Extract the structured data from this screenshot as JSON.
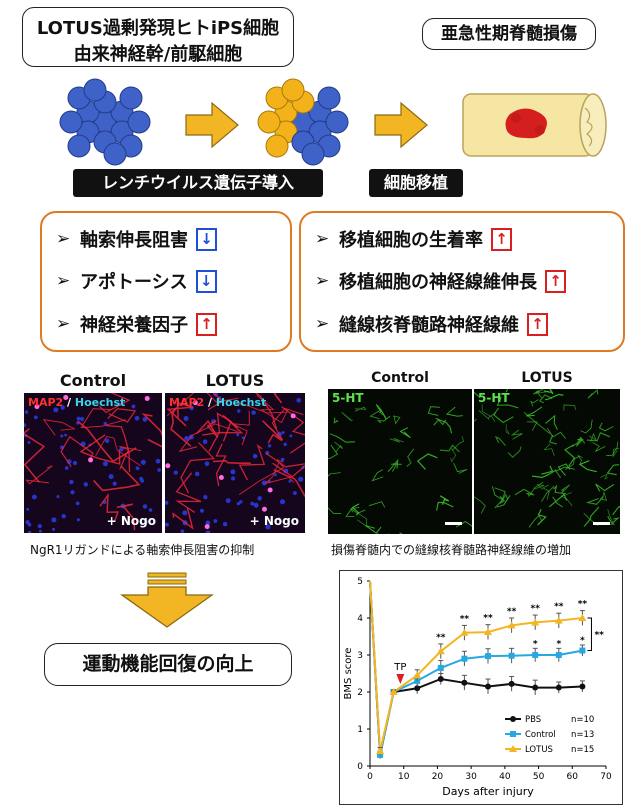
{
  "header": {
    "cells_title_line1": "LOTUS過剰発現ヒトiPS細胞",
    "cells_title_line2": "由来神経幹/前駆細胞",
    "injury_title": "亜急性期脊髄損傷"
  },
  "steps": {
    "lentivirus": "レンチウイルス遺伝子導入",
    "transplant": "細胞移植"
  },
  "effects_left": [
    {
      "text": "軸索伸長阻害",
      "direction": "down"
    },
    {
      "text": "アポトーシス",
      "direction": "down"
    },
    {
      "text": "神経栄養因子",
      "direction": "up"
    }
  ],
  "effects_right": [
    {
      "text": "移植細胞の生着率",
      "direction": "up"
    },
    {
      "text": "移植細胞の神経線維伸長",
      "direction": "up"
    },
    {
      "text": "縫線核脊髄路神経線維",
      "direction": "up"
    }
  ],
  "arrows": {
    "down": "↓",
    "up": "↑",
    "bullet": "➢"
  },
  "micro_left": {
    "titles": [
      "Control",
      "LOTUS"
    ],
    "stain_red": "MAP2",
    "stain_sep": " / ",
    "stain_cyan": "Hoechst",
    "nogo": "+ Nogo",
    "caption": "NgR1リガンドによる軸索伸長阻害の抑制"
  },
  "micro_right": {
    "titles": [
      "Control",
      "LOTUS"
    ],
    "stain": "5-HT",
    "caption": "損傷脊髄内での縫線核脊髄路神経線維の増加"
  },
  "result": {
    "text": "運動機能回復の向上"
  },
  "colors": {
    "cell_blue": "#3e62c8",
    "cell_yellow": "#f3b21a",
    "orange": "#e07a22",
    "pbs": "#111111",
    "control": "#27a8e0",
    "lotus": "#f2b624",
    "red": "#d91f1f"
  },
  "chart_data": {
    "type": "line",
    "xlabel": "Days after injury",
    "ylabel": "BMS score",
    "xlim": [
      0,
      70
    ],
    "ylim": [
      0,
      5
    ],
    "xticks": [
      0,
      10,
      20,
      30,
      40,
      50,
      60,
      70
    ],
    "yticks": [
      0,
      1,
      2,
      3,
      4,
      5
    ],
    "annotation_tp": {
      "label": "TP",
      "x": 9
    },
    "series": [
      {
        "name": "PBS",
        "n": "n=10",
        "color": "#111111",
        "marker": "circle",
        "x": [
          0,
          3,
          7,
          14,
          21,
          28,
          35,
          42,
          49,
          56,
          63
        ],
        "y": [
          5,
          0.3,
          2.0,
          2.1,
          2.35,
          2.25,
          2.15,
          2.22,
          2.12,
          2.12,
          2.15
        ],
        "err": [
          0,
          0.1,
          0.05,
          0.15,
          0.15,
          0.2,
          0.2,
          0.2,
          0.2,
          0.15,
          0.15
        ]
      },
      {
        "name": "Control",
        "n": "n=13",
        "color": "#27a8e0",
        "marker": "square",
        "x": [
          0,
          3,
          7,
          14,
          21,
          28,
          35,
          42,
          49,
          56,
          63
        ],
        "y": [
          5,
          0.3,
          2.0,
          2.3,
          2.65,
          2.9,
          2.97,
          2.98,
          3.0,
          3.0,
          3.12
        ],
        "err": [
          0,
          0.1,
          0.05,
          0.15,
          0.2,
          0.2,
          0.2,
          0.2,
          0.18,
          0.18,
          0.15
        ]
      },
      {
        "name": "LOTUS",
        "n": "n=15",
        "color": "#f2b624",
        "marker": "triangle",
        "x": [
          0,
          3,
          7,
          14,
          21,
          28,
          35,
          42,
          49,
          56,
          63
        ],
        "y": [
          5,
          0.4,
          2.0,
          2.45,
          3.1,
          3.6,
          3.62,
          3.8,
          3.88,
          3.93,
          4.0
        ],
        "err": [
          0,
          0.1,
          0.05,
          0.15,
          0.2,
          0.2,
          0.2,
          0.2,
          0.2,
          0.2,
          0.2
        ]
      }
    ],
    "sig_top": {
      "label": "**",
      "x": [
        21,
        28,
        35,
        42,
        49,
        56,
        63
      ]
    },
    "sig_mid": {
      "label": "*",
      "x": [
        49,
        56,
        63
      ]
    },
    "sig_bracket": "**"
  }
}
